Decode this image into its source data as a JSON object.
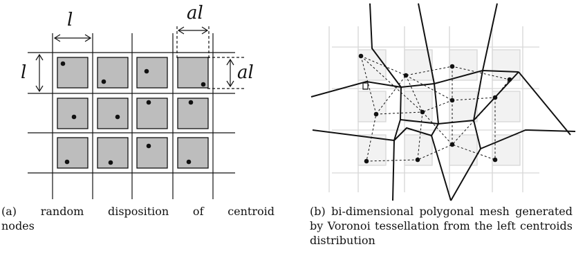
{
  "figure_a": {
    "labels": {
      "spacing": "l",
      "side": "l",
      "inner_width": "al",
      "inner_height": "al"
    },
    "caption": {
      "line1": "(a)  random  disposition  of  centroid",
      "line2": "nodes"
    }
  },
  "figure_b": {
    "caption": "(b) bi-dimensional polygonal mesh generated by Voronoi tessellation from the left centroids distribution"
  },
  "colors": {
    "cell_fill": "#bdbdbd",
    "light_grid": "#d6d6d6",
    "ink": "#111111"
  }
}
